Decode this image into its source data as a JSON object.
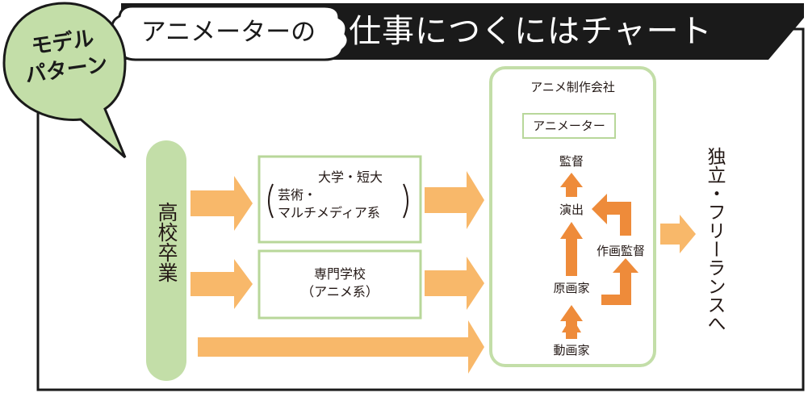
{
  "colors": {
    "arrow_light": "#f8b86a",
    "arrow_dark": "#ee8b3a",
    "green_fill": "#c3dea8",
    "green_border": "#b8d79a",
    "black": "#1a1a1a",
    "text": "#231815"
  },
  "badge": {
    "line1": "モデル",
    "line2": "パターン"
  },
  "header": {
    "bubble_text": "アニメーターの",
    "title": "仕事につくにはチャート"
  },
  "start": {
    "label": "高校卒業"
  },
  "routes": {
    "university": {
      "line1": "大学・短大",
      "line2": "芸術・",
      "line3": "マルチメディア系"
    },
    "vocational": {
      "line1": "専門学校",
      "line2": "（アニメ系）"
    }
  },
  "company": {
    "label": "アニメ制作会社",
    "animator_label": "アニメーター",
    "roles": {
      "director": "監督",
      "episode_director": "演出",
      "animation_director": "作画監督",
      "key_animator": "原画家",
      "inbetweener": "動画家"
    }
  },
  "end": {
    "label": "独立・フリーランスへ"
  }
}
